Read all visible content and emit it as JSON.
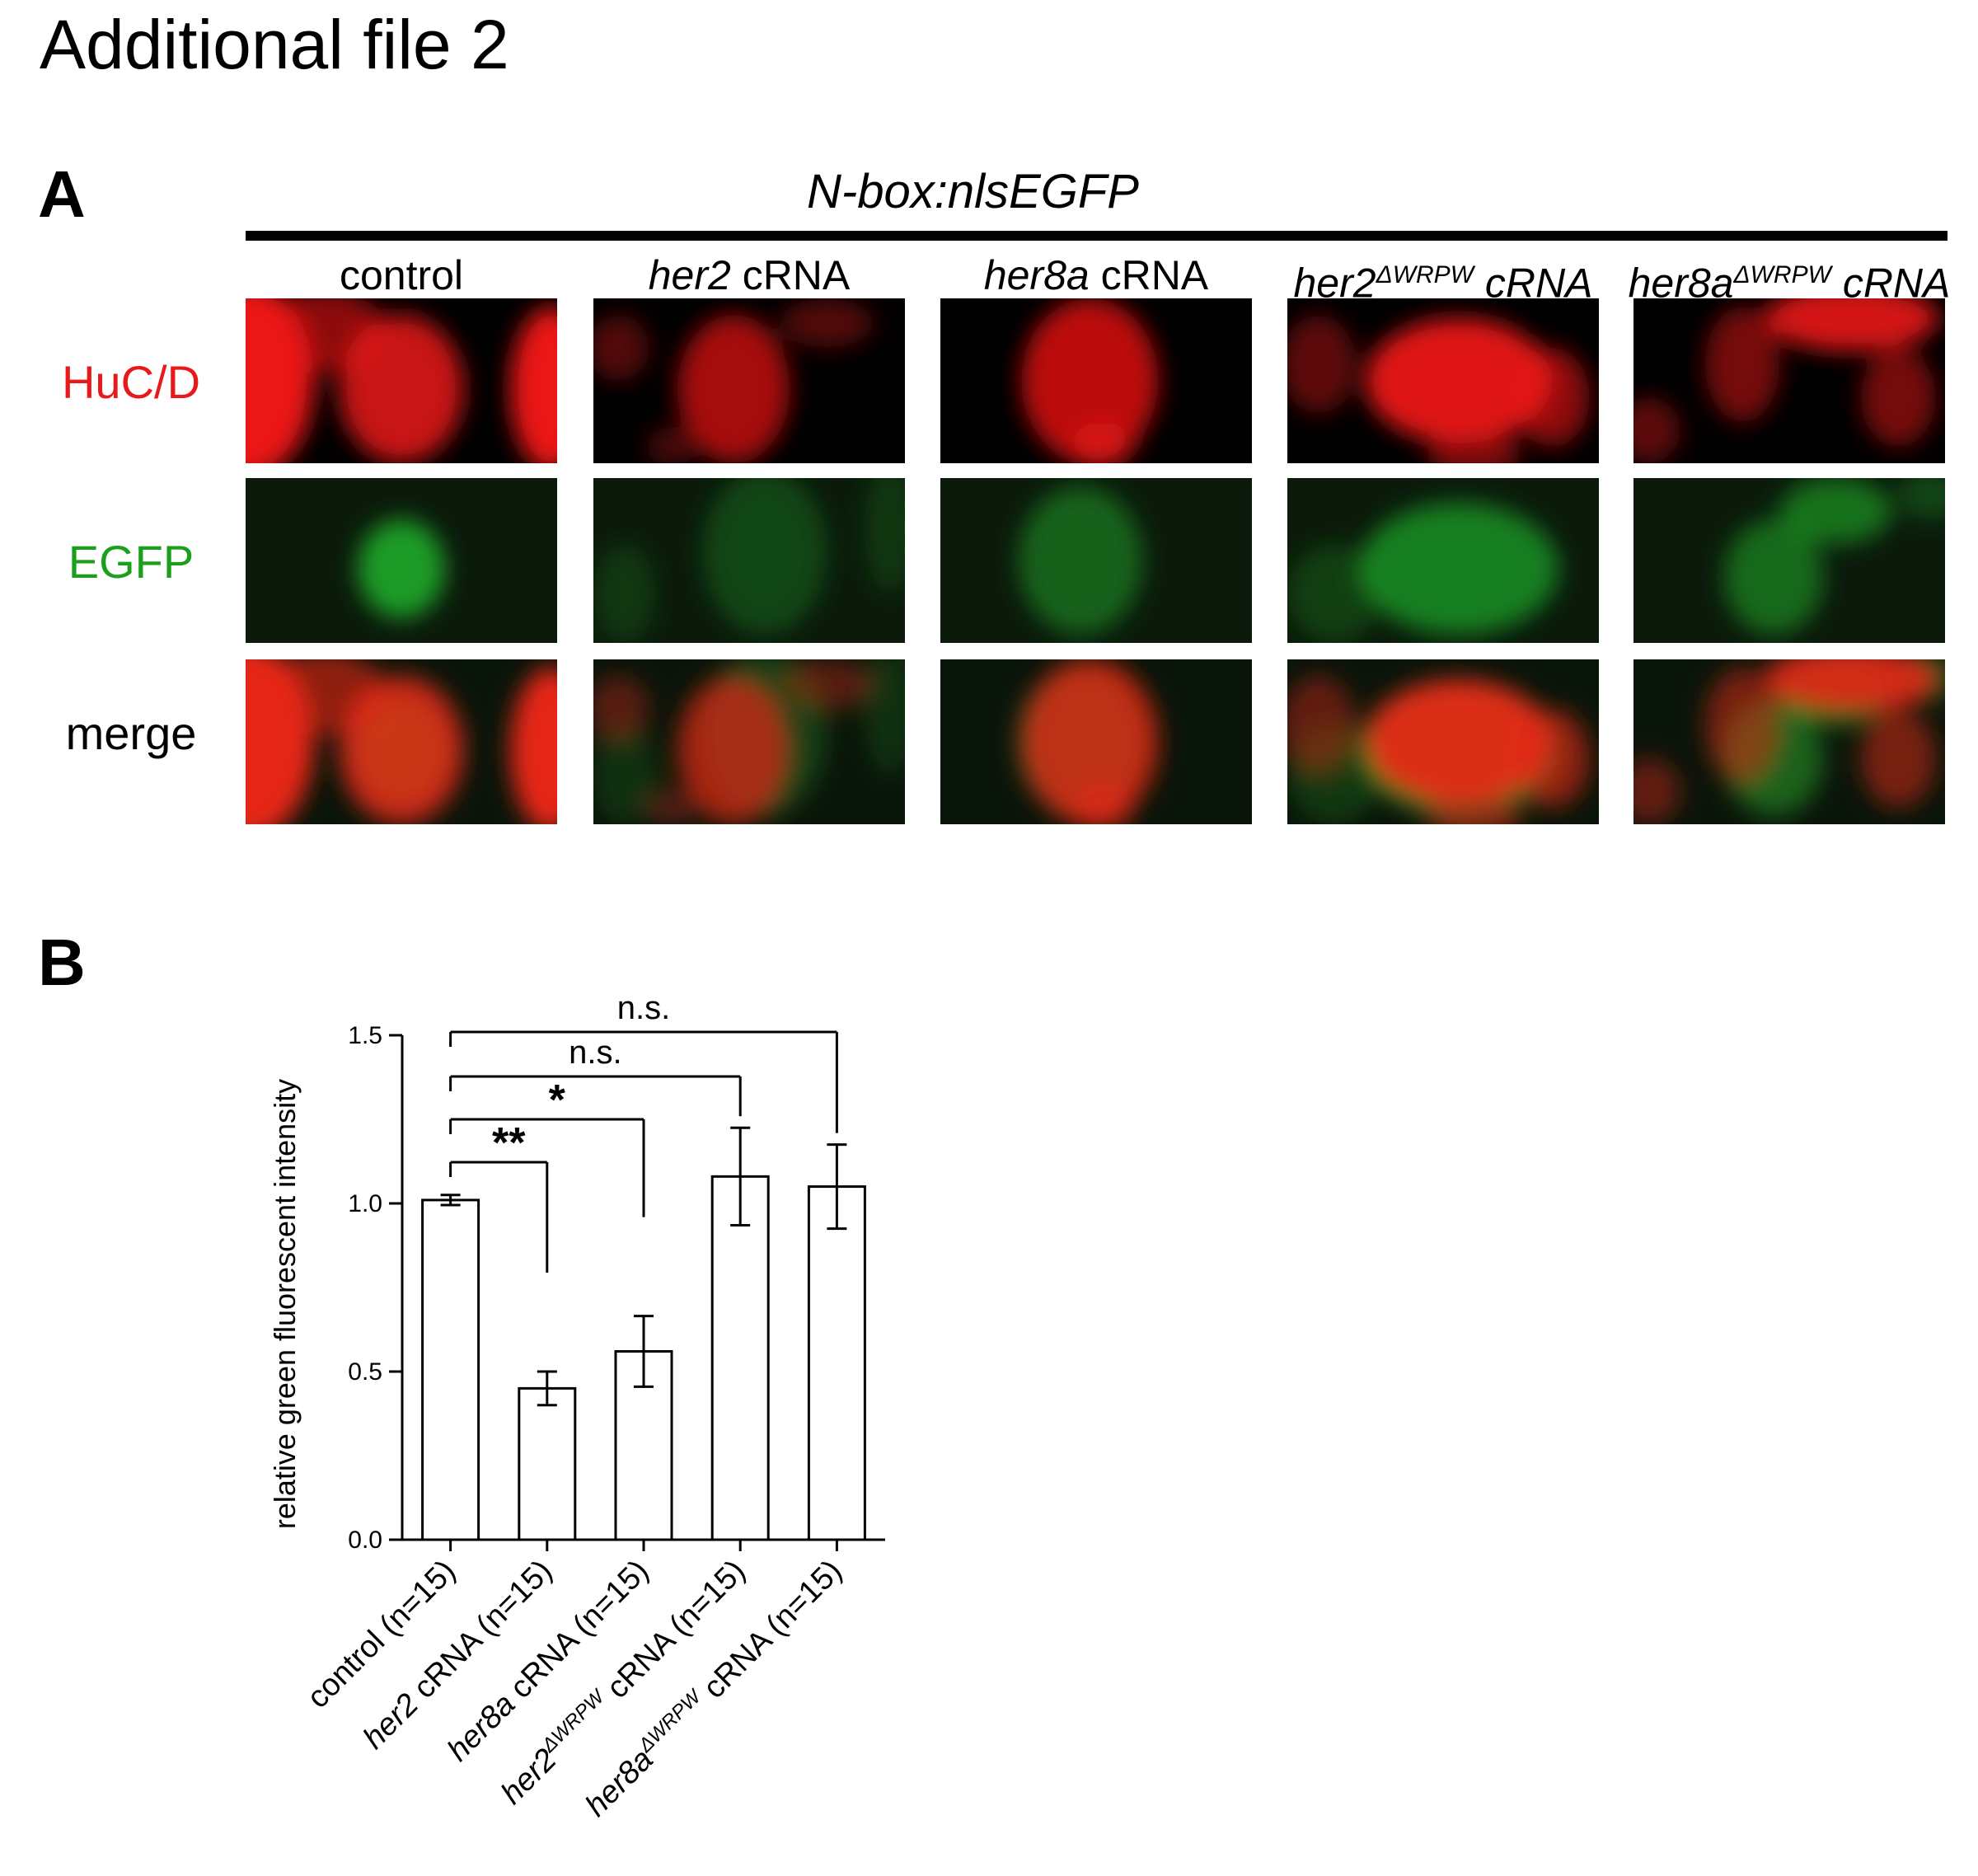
{
  "title": "Additional file 2",
  "panel_a": {
    "letter": "A",
    "construct": "N-box:nlsEGFP",
    "columns": [
      {
        "pre": "",
        "italic": "",
        "post": "control",
        "sup": "",
        "tail": ""
      },
      {
        "pre": "",
        "italic": "her2",
        "post": " cRNA",
        "sup": "",
        "tail": ""
      },
      {
        "pre": "",
        "italic": "her8a",
        "post": " cRNA",
        "sup": "",
        "tail": ""
      },
      {
        "pre": "",
        "italic": "her2",
        "post": "",
        "sup": "ΔWRPW",
        "tail": " cRNA"
      },
      {
        "pre": "",
        "italic": "her8a",
        "post": "",
        "sup": "ΔWRPW",
        "tail": " cRNA"
      }
    ],
    "rows": [
      {
        "label": "HuC/D",
        "color": "#e8191b"
      },
      {
        "label": "EGFP",
        "color": "#1aa01a"
      },
      {
        "label": "merge",
        "color": "#000000"
      }
    ]
  },
  "panel_b": {
    "letter": "B"
  },
  "chart_data": {
    "type": "bar",
    "categories": [
      "control (n=15)",
      "her2 cRNA (n=15)",
      "her8a cRNA (n=15)",
      "her2ΔWRPW cRNA (n=15)",
      "her8aΔWRPW cRNA (n=15)"
    ],
    "category_parts": [
      {
        "italic": "",
        "sup": "",
        "rest": "control (n=15)"
      },
      {
        "italic": "her2",
        "sup": "",
        "rest": " cRNA (n=15)"
      },
      {
        "italic": "her8a",
        "sup": "",
        "rest": " cRNA (n=15)"
      },
      {
        "italic": "her2",
        "sup": "ΔWRPW",
        "rest": " cRNA (n=15)"
      },
      {
        "italic": "her8a",
        "sup": "ΔWRPW",
        "rest": " cRNA (n=15)"
      }
    ],
    "values": [
      1.01,
      0.45,
      0.56,
      1.08,
      1.05
    ],
    "errors": [
      0.015,
      0.05,
      0.105,
      0.145,
      0.125
    ],
    "ylabel": "relative green fluorescent intensity",
    "ylim": [
      0,
      1.5
    ],
    "yticks": [
      "0.0",
      "0.5",
      "1.0",
      "1.5"
    ],
    "yticks_values": [
      0,
      0.5,
      1.0,
      1.5
    ],
    "grid": false,
    "significance": [
      {
        "from": 0,
        "to": 1,
        "label": "**"
      },
      {
        "from": 0,
        "to": 2,
        "label": "*"
      },
      {
        "from": 0,
        "to": 3,
        "label": "n.s."
      },
      {
        "from": 0,
        "to": 4,
        "label": "n.s."
      }
    ]
  }
}
